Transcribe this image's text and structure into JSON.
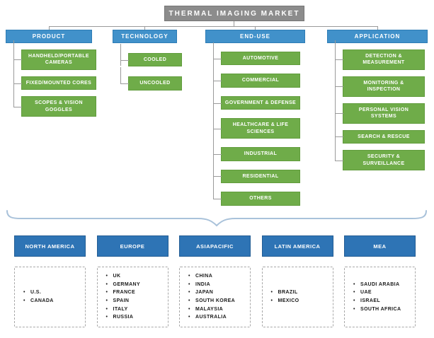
{
  "title": "THERMAL IMAGING MARKET",
  "columns": [
    {
      "header": "PRODUCT",
      "items": [
        "HANDHELD/PORTABLE CAMERAS",
        "FIXED/MOUNTED CORES",
        "SCOPES & VISION GOGGLES"
      ]
    },
    {
      "header": "TECHNOLOGY",
      "items": [
        "COOLED",
        "UNCOOLED"
      ]
    },
    {
      "header": "END-USE",
      "items": [
        "AUTOMOTIVE",
        "COMMERCIAL",
        "GOVERNMENT & DEFENSE",
        "HEALTHCARE & LIFE SCIENCES",
        "INDUSTRIAL",
        "RESIDENTIAL",
        "OTHERS"
      ]
    },
    {
      "header": "APPLICATION",
      "items": [
        "DETECTION & MEASUREMENT",
        "MONITORING & INSPECTION",
        "PERSONAL VISION SYSTEMS",
        "SEARCH & RESCUE",
        "SECURITY & SURVEILLANCE"
      ]
    }
  ],
  "regions": [
    {
      "header": "NORTH AMERICA",
      "countries": [
        "U.S.",
        "CANADA"
      ]
    },
    {
      "header": "EUROPE",
      "countries": [
        "UK",
        "GERMANY",
        "FRANCE",
        "SPAIN",
        "ITALY",
        "RUSSIA"
      ]
    },
    {
      "header": "ASIAPACIFIC",
      "countries": [
        "CHINA",
        "INDIA",
        "JAPAN",
        "SOUTH KOREA",
        "MALAYSIA",
        "AUSTRALIA"
      ]
    },
    {
      "header": "LATIN AMERICA",
      "countries": [
        "BRAZIL",
        "MEXICO"
      ]
    },
    {
      "header": "MEA",
      "countries": [
        "SAUDI ARABIA",
        "UAE",
        "ISRAEL",
        "SOUTH AFRICA"
      ]
    }
  ],
  "colors": {
    "title_gray": "#8C8C8C",
    "category_blue": "#4191CA",
    "segment_green": "#6FAC49",
    "region_blue": "#2E74B5",
    "line_gray": "#9a9a9a",
    "brace_blue": "#A9C2DA"
  }
}
